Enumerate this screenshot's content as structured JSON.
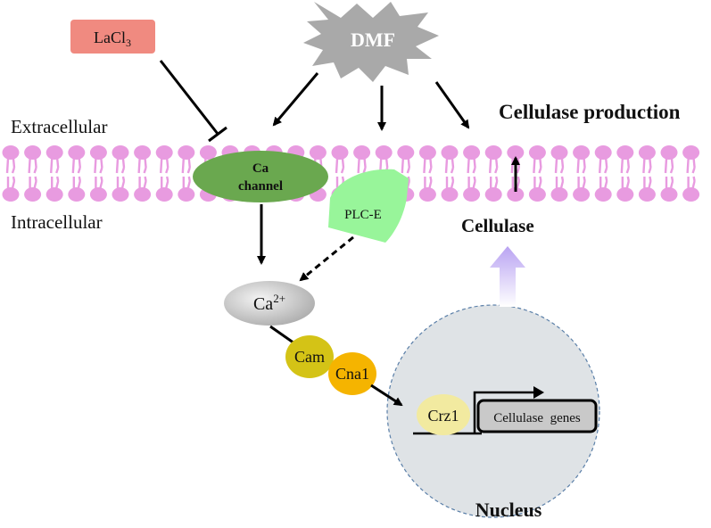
{
  "stimulus": {
    "label": "DMF"
  },
  "inhibitor": {
    "label_main": "LaCl",
    "label_sub": "3"
  },
  "regions": {
    "extracellular": "Extracellular",
    "intracellular": "Intracellular"
  },
  "ca_channel": {
    "line1": "Ca",
    "line2": "channel"
  },
  "plc": {
    "label": "PLC-E"
  },
  "calcium": {
    "label_main": "Ca",
    "label_sup": "2+"
  },
  "cam": {
    "label": "Cam"
  },
  "cna1": {
    "label": "Cna1"
  },
  "nucleus": {
    "label": "Nucleus",
    "tf": "Crz1",
    "gene_box": "Cellulase  genes"
  },
  "output": {
    "production": "Cellulase production",
    "product": "Cellulase"
  },
  "colors": {
    "membrane": "#e89be0",
    "ca_channel": "#6aa84f",
    "plc": "#98f59a",
    "calcium": "#c9c9c9",
    "cam": "#d4c316",
    "cna1": "#f5b400",
    "nucleus": "#dfe3e6",
    "crz1": "#f2eaa0",
    "lacl3_box": "#f08a80",
    "dmf": "#a9a9a9",
    "up_arrow": "#c9b5f5"
  }
}
